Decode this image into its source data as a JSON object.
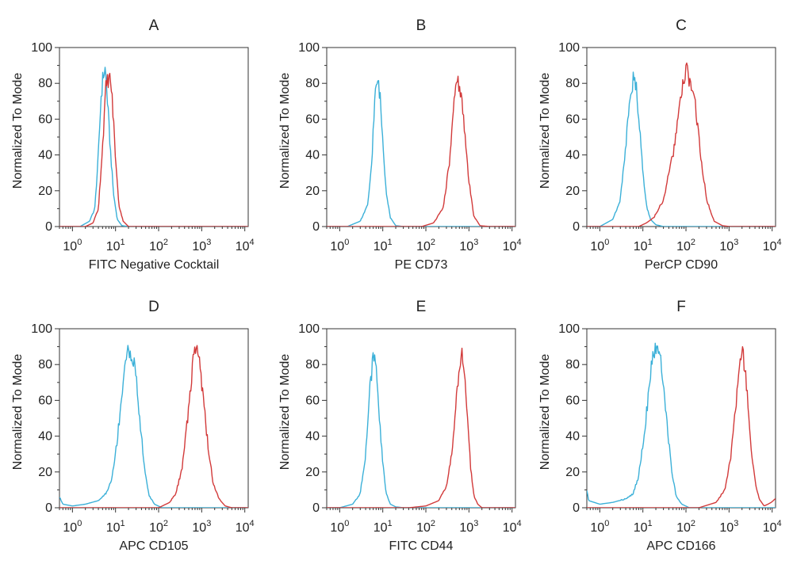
{
  "colors": {
    "control": "#3bb0d8",
    "marker": "#d23a3a",
    "axis": "#333333",
    "text": "#222222"
  },
  "chart_data": [
    {
      "type": "line",
      "title": "A",
      "xlabel": "FITC Negative Cocktail",
      "ylabel": "Normalized To Mode",
      "xscale": "log",
      "xlim": [
        0.5,
        12000
      ],
      "ylim": [
        0,
        100
      ],
      "xticks": [
        1,
        10,
        100,
        1000,
        10000
      ],
      "yticks": [
        0,
        20,
        40,
        60,
        80,
        100
      ],
      "series": [
        {
          "color": "#3bb0d8",
          "points": [
            [
              0.5,
              0
            ],
            [
              1.5,
              0
            ],
            [
              2.5,
              3
            ],
            [
              3.3,
              10
            ],
            [
              4,
              40
            ],
            [
              4.6,
              72
            ],
            [
              5.2,
              85
            ],
            [
              5.8,
              88
            ],
            [
              6.5,
              70
            ],
            [
              7.5,
              45
            ],
            [
              9,
              18
            ],
            [
              11,
              4
            ],
            [
              14,
              0.5
            ],
            [
              20,
              0
            ],
            [
              12000,
              0
            ]
          ]
        },
        {
          "color": "#d23a3a",
          "points": [
            [
              0.5,
              0
            ],
            [
              2,
              0
            ],
            [
              3,
              2
            ],
            [
              4,
              10
            ],
            [
              5,
              45
            ],
            [
              6,
              78
            ],
            [
              7,
              84
            ],
            [
              8,
              78
            ],
            [
              9,
              58
            ],
            [
              10.5,
              30
            ],
            [
              12,
              12
            ],
            [
              15,
              3
            ],
            [
              20,
              0
            ],
            [
              12000,
              0
            ]
          ]
        }
      ]
    },
    {
      "type": "line",
      "title": "B",
      "xlabel": "PE CD73",
      "ylabel": "Normalized To Mode",
      "xscale": "log",
      "xlim": [
        0.5,
        12000
      ],
      "ylim": [
        0,
        100
      ],
      "xticks": [
        1,
        10,
        100,
        1000,
        10000
      ],
      "yticks": [
        0,
        20,
        40,
        60,
        80,
        100
      ],
      "series": [
        {
          "color": "#3bb0d8",
          "points": [
            [
              0.5,
              0
            ],
            [
              1.5,
              0
            ],
            [
              3,
              3
            ],
            [
              4.5,
              12
            ],
            [
              5.5,
              35
            ],
            [
              6.5,
              70
            ],
            [
              7.5,
              82
            ],
            [
              8.5,
              75
            ],
            [
              10,
              48
            ],
            [
              12,
              20
            ],
            [
              15,
              5
            ],
            [
              20,
              0.5
            ],
            [
              30,
              0
            ],
            [
              12000,
              0
            ]
          ]
        },
        {
          "color": "#d23a3a",
          "points": [
            [
              0.5,
              0
            ],
            [
              80,
              0
            ],
            [
              150,
              2
            ],
            [
              250,
              10
            ],
            [
              350,
              35
            ],
            [
              450,
              68
            ],
            [
              550,
              82
            ],
            [
              650,
              75
            ],
            [
              800,
              52
            ],
            [
              1000,
              25
            ],
            [
              1300,
              6
            ],
            [
              1800,
              0.5
            ],
            [
              3000,
              0
            ],
            [
              12000,
              0
            ]
          ]
        }
      ]
    },
    {
      "type": "line",
      "title": "C",
      "xlabel": "PerCP CD90",
      "ylabel": "Normalized To Mode",
      "xscale": "log",
      "xlim": [
        0.5,
        12000
      ],
      "ylim": [
        0,
        100
      ],
      "xticks": [
        1,
        10,
        100,
        1000,
        10000
      ],
      "yticks": [
        0,
        20,
        40,
        60,
        80,
        100
      ],
      "series": [
        {
          "color": "#3bb0d8",
          "points": [
            [
              0.5,
              0
            ],
            [
              1,
              0
            ],
            [
              2,
              4
            ],
            [
              3,
              15
            ],
            [
              4,
              45
            ],
            [
              5,
              75
            ],
            [
              6,
              82
            ],
            [
              7,
              78
            ],
            [
              8.5,
              55
            ],
            [
              10,
              30
            ],
            [
              12,
              12
            ],
            [
              15,
              4
            ],
            [
              20,
              1
            ],
            [
              30,
              0
            ],
            [
              12000,
              0
            ]
          ]
        },
        {
          "color": "#d23a3a",
          "points": [
            [
              0.5,
              0
            ],
            [
              8,
              0
            ],
            [
              12,
              2
            ],
            [
              18,
              5
            ],
            [
              30,
              15
            ],
            [
              50,
              40
            ],
            [
              75,
              70
            ],
            [
              100,
              88
            ],
            [
              130,
              80
            ],
            [
              170,
              65
            ],
            [
              220,
              40
            ],
            [
              300,
              15
            ],
            [
              450,
              3
            ],
            [
              700,
              0.5
            ],
            [
              1000,
              0
            ],
            [
              12000,
              0
            ]
          ]
        }
      ]
    },
    {
      "type": "line",
      "title": "D",
      "xlabel": "APC CD105",
      "ylabel": "Normalized To Mode",
      "xscale": "log",
      "xlim": [
        0.5,
        12000
      ],
      "ylim": [
        0,
        100
      ],
      "xticks": [
        1,
        10,
        100,
        1000,
        10000
      ],
      "yticks": [
        0,
        20,
        40,
        60,
        80,
        100
      ],
      "series": [
        {
          "color": "#3bb0d8",
          "points": [
            [
              0.5,
              6
            ],
            [
              0.6,
              2
            ],
            [
              1,
              1
            ],
            [
              2,
              2
            ],
            [
              4,
              4
            ],
            [
              6,
              8
            ],
            [
              8,
              15
            ],
            [
              10,
              30
            ],
            [
              13,
              55
            ],
            [
              16,
              78
            ],
            [
              20,
              88
            ],
            [
              25,
              85
            ],
            [
              30,
              72
            ],
            [
              38,
              45
            ],
            [
              48,
              20
            ],
            [
              60,
              7
            ],
            [
              80,
              2
            ],
            [
              120,
              0
            ],
            [
              12000,
              0
            ]
          ]
        },
        {
          "color": "#d23a3a",
          "points": [
            [
              0.5,
              0
            ],
            [
              100,
              0
            ],
            [
              180,
              3
            ],
            [
              250,
              8
            ],
            [
              350,
              22
            ],
            [
              450,
              45
            ],
            [
              550,
              68
            ],
            [
              650,
              85
            ],
            [
              750,
              88
            ],
            [
              900,
              82
            ],
            [
              1100,
              60
            ],
            [
              1400,
              35
            ],
            [
              1800,
              15
            ],
            [
              2500,
              5
            ],
            [
              3500,
              1
            ],
            [
              5000,
              0
            ],
            [
              12000,
              0
            ]
          ]
        }
      ]
    },
    {
      "type": "line",
      "title": "E",
      "xlabel": "FITC CD44",
      "ylabel": "Normalized To Mode",
      "xscale": "log",
      "xlim": [
        0.5,
        12000
      ],
      "ylim": [
        0,
        100
      ],
      "xticks": [
        1,
        10,
        100,
        1000,
        10000
      ],
      "yticks": [
        0,
        20,
        40,
        60,
        80,
        100
      ],
      "series": [
        {
          "color": "#3bb0d8",
          "points": [
            [
              0.5,
              0
            ],
            [
              1,
              0
            ],
            [
              2,
              2
            ],
            [
              3,
              8
            ],
            [
              4,
              30
            ],
            [
              5,
              65
            ],
            [
              6,
              86
            ],
            [
              7,
              78
            ],
            [
              8,
              55
            ],
            [
              10,
              25
            ],
            [
              12,
              8
            ],
            [
              15,
              2
            ],
            [
              20,
              0.5
            ],
            [
              30,
              0
            ],
            [
              12000,
              0
            ]
          ]
        },
        {
          "color": "#d23a3a",
          "points": [
            [
              0.5,
              0
            ],
            [
              40,
              0
            ],
            [
              100,
              1
            ],
            [
              200,
              4
            ],
            [
              300,
              12
            ],
            [
              400,
              30
            ],
            [
              500,
              58
            ],
            [
              600,
              80
            ],
            [
              700,
              86
            ],
            [
              800,
              72
            ],
            [
              950,
              45
            ],
            [
              1100,
              22
            ],
            [
              1300,
              7
            ],
            [
              1600,
              2
            ],
            [
              2000,
              0
            ],
            [
              12000,
              0
            ]
          ]
        }
      ]
    },
    {
      "type": "line",
      "title": "F",
      "xlabel": "APC CD166",
      "ylabel": "Normalized To Mode",
      "xscale": "log",
      "xlim": [
        0.5,
        12000
      ],
      "ylim": [
        0,
        100
      ],
      "xticks": [
        1,
        10,
        100,
        1000,
        10000
      ],
      "yticks": [
        0,
        20,
        40,
        60,
        80,
        100
      ],
      "series": [
        {
          "color": "#3bb0d8",
          "points": [
            [
              0.5,
              10
            ],
            [
              0.55,
              4
            ],
            [
              1,
              2
            ],
            [
              2,
              3
            ],
            [
              4,
              5
            ],
            [
              6,
              8
            ],
            [
              8,
              18
            ],
            [
              10,
              35
            ],
            [
              13,
              60
            ],
            [
              16,
              80
            ],
            [
              20,
              88
            ],
            [
              25,
              85
            ],
            [
              30,
              70
            ],
            [
              38,
              42
            ],
            [
              48,
              18
            ],
            [
              60,
              6
            ],
            [
              80,
              2
            ],
            [
              120,
              0
            ],
            [
              12000,
              0
            ]
          ]
        },
        {
          "color": "#d23a3a",
          "points": [
            [
              0.5,
              0
            ],
            [
              200,
              0
            ],
            [
              500,
              3
            ],
            [
              800,
              10
            ],
            [
              1100,
              28
            ],
            [
              1400,
              55
            ],
            [
              1700,
              75
            ],
            [
              2000,
              86
            ],
            [
              2300,
              80
            ],
            [
              2700,
              60
            ],
            [
              3200,
              35
            ],
            [
              4000,
              15
            ],
            [
              5000,
              5
            ],
            [
              6500,
              1
            ],
            [
              8000,
              2
            ],
            [
              9500,
              3
            ],
            [
              12000,
              5
            ]
          ]
        }
      ]
    }
  ]
}
